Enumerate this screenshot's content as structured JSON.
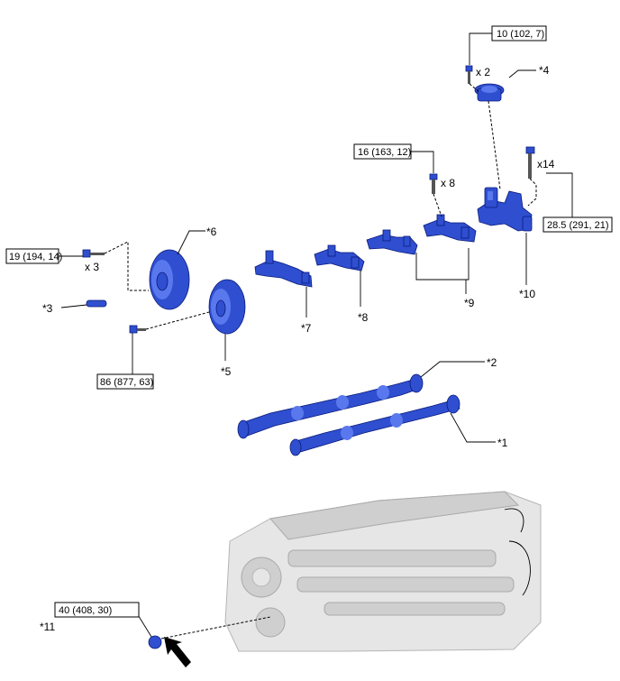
{
  "torque_labels": {
    "bolt_10": "10 (102, 7)",
    "bolt_16": "16 (163, 12)",
    "bolt_28_5": "28.5 (291, 21)",
    "bolt_19": "19 (194, 14)",
    "bolt_86": "86 (877, 63)",
    "plug_40": "40 (408, 30)"
  },
  "quantity_labels": {
    "x2": "x 2",
    "x8": "x 8",
    "x14": "x14",
    "x3": "x 3"
  },
  "callouts": {
    "c1": "*1",
    "c2": "*2",
    "c3": "*3",
    "c4": "*4",
    "c5": "*5",
    "c6": "*6",
    "c7": "*7",
    "c8": "*8",
    "c9": "*9",
    "c10": "*10",
    "c11": "*11"
  },
  "colors": {
    "part_blue": "#2f4fd0",
    "engine_gray": "#e6e6e6"
  },
  "icons": {
    "arrow": "insertion-direction-arrow-icon"
  }
}
